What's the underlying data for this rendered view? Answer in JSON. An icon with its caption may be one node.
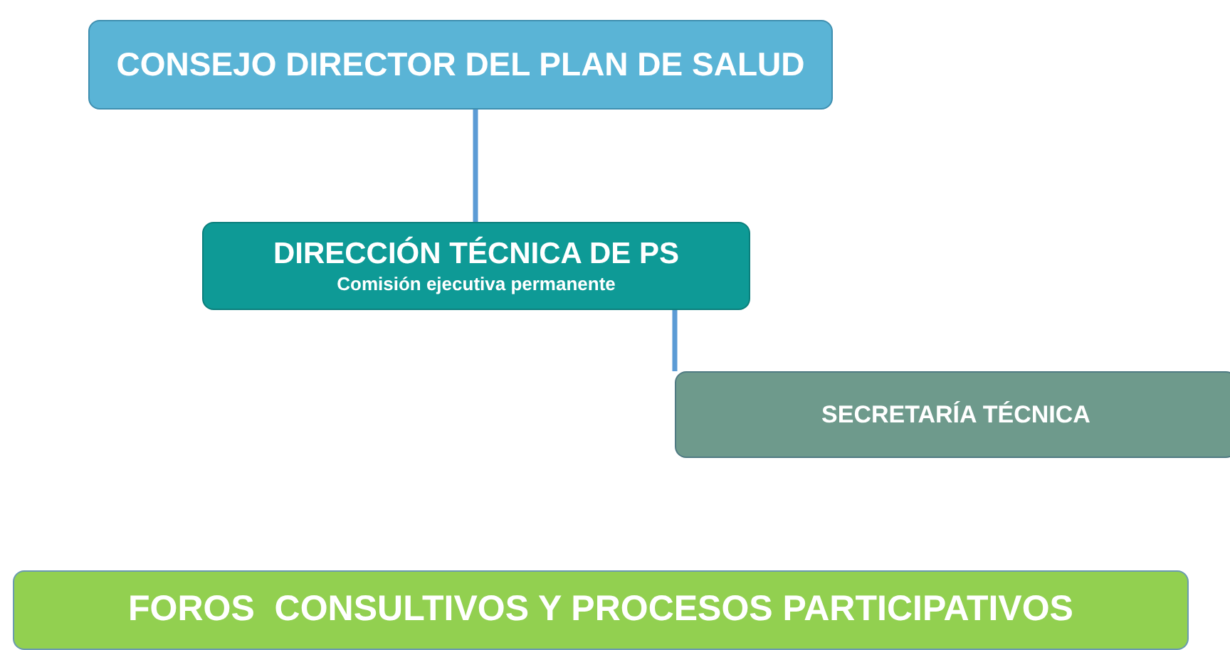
{
  "diagram": {
    "nodes": [
      {
        "text": [
          "CONSEJO DIRECTOR DEL PLAN DE SALUD"
        ]
      },
      {
        "text": [
          "DIRECCIÓN TÉCNICA DE PS",
          "Comisión ejecutiva permanente"
        ]
      },
      {
        "text": [
          "SECRETARÍA TÉCNICA"
        ]
      },
      {
        "text": [
          "FOROS  CONSULTIVOS Y PROCESOS PARTICIPATIVOS"
        ]
      }
    ],
    "edges": [
      {
        "from": 0,
        "to": 1,
        "arrow": "none"
      },
      {
        "from": 1,
        "to": 2,
        "arrow": "none"
      }
    ]
  }
}
